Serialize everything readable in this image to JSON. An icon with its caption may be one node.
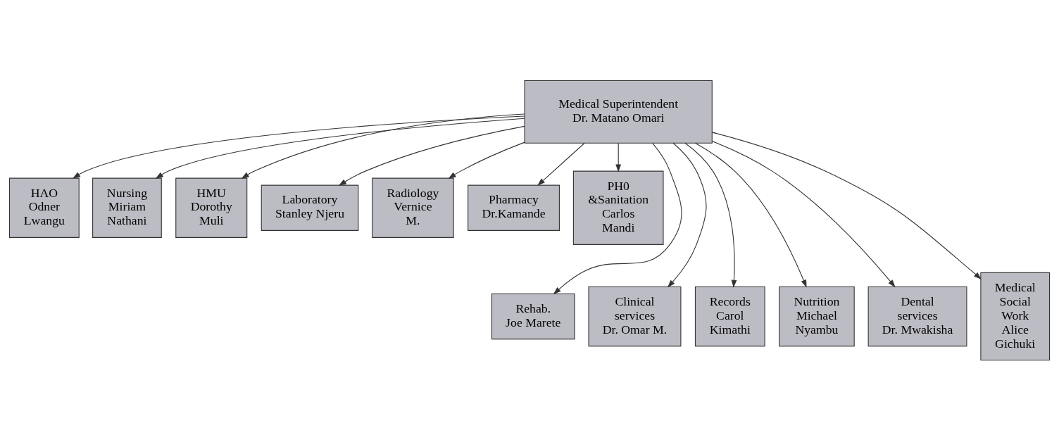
{
  "diagram": {
    "nodes": [
      {
        "text": [
          "Medical Superintendent",
          "Dr. Matano Omari"
        ]
      },
      {
        "text": [
          "HAO",
          "Odner Lwangu"
        ]
      },
      {
        "text": [
          "Nursing",
          "Miriam Nathani"
        ]
      },
      {
        "text": [
          "HMU",
          "Dorothy Muli"
        ]
      },
      {
        "text": [
          "Laboratory",
          "Stanley Njeru"
        ]
      },
      {
        "text": [
          "Radiology",
          "Vernice M."
        ]
      },
      {
        "text": [
          "Pharmacy",
          "Dr.Kamande"
        ]
      },
      {
        "text": [
          "PH0 &Sanitation",
          "Carlos Mandi"
        ]
      },
      {
        "text": [
          "Rehab.",
          "Joe Marete"
        ]
      },
      {
        "text": [
          "Clinical services",
          "Dr. Omar M."
        ]
      },
      {
        "text": [
          "Records",
          "Carol Kimathi"
        ]
      },
      {
        "text": [
          "Nutrition",
          "Michael Nyambu"
        ]
      },
      {
        "text": [
          "Dental services",
          "Dr. Mwakisha"
        ]
      },
      {
        "text": [
          "Medical Social Work",
          "Alice Gichuki"
        ]
      }
    ],
    "edges": [
      {
        "from": 0,
        "to": 1,
        "arrow": "to"
      },
      {
        "from": 0,
        "to": 8,
        "arrow": "to"
      },
      {
        "from": 0,
        "to": 2,
        "arrow": "to"
      },
      {
        "from": 0,
        "to": 9,
        "arrow": "to"
      },
      {
        "from": 0,
        "to": 3,
        "arrow": "to"
      },
      {
        "from": 0,
        "to": 10,
        "arrow": "to"
      },
      {
        "from": 0,
        "to": 11,
        "arrow": "to"
      },
      {
        "from": 0,
        "to": 4,
        "arrow": "to"
      },
      {
        "from": 0,
        "to": 12,
        "arrow": "to"
      },
      {
        "from": 0,
        "to": 5,
        "arrow": "to"
      },
      {
        "from": 0,
        "to": 13,
        "arrow": "to"
      },
      {
        "from": 0,
        "to": 6,
        "arrow": "to"
      },
      {
        "from": 0,
        "to": 7,
        "arrow": "to"
      }
    ]
  }
}
